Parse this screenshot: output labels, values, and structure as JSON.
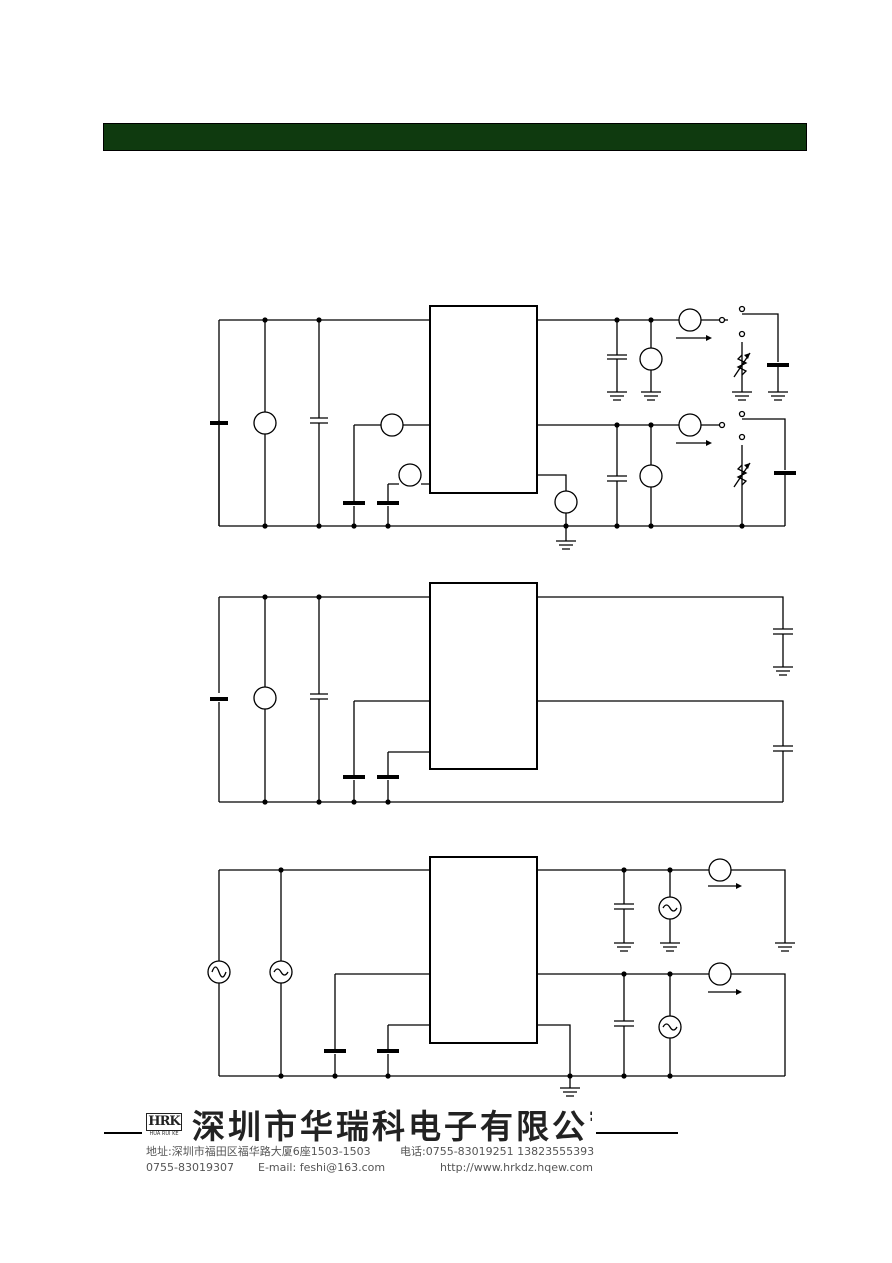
{
  "colors": {
    "header_bar": "#0f3a0f",
    "wire": "#000000"
  },
  "footer": {
    "logo_text": "HRK",
    "logo_sub": "HUA RUI KE",
    "company_name": "深圳市华瑞科电子有限公司",
    "address": "地址:深圳市福田区福华路大厦6座1503-1503",
    "phone": "电话:0755-83019251 13823555393",
    "fax": "0755-83019307",
    "email": "E-mail: feshi@163.com",
    "website": "http://www.hrkdz.hqew.com"
  }
}
